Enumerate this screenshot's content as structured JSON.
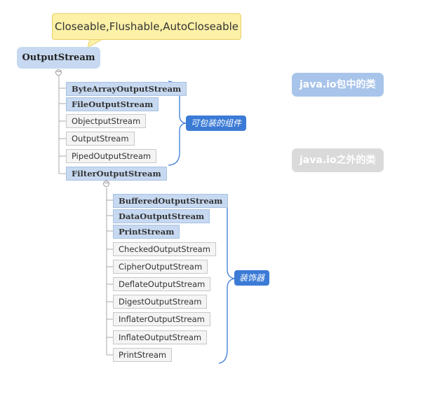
{
  "callout": "Closeable,Flushable,AutoCloseable",
  "root": "OutputStream",
  "collapse_symbol": "−",
  "level1": [
    {
      "label": "ByteArrayOutputStream",
      "kind": "in"
    },
    {
      "label": "FileOutputStream",
      "kind": "in"
    },
    {
      "label": "ObjectputStream",
      "kind": "out"
    },
    {
      "label": "OutputStream",
      "kind": "out"
    },
    {
      "label": "PipedOutputStream",
      "kind": "out"
    }
  ],
  "filter": "FilterOutputStream",
  "level2": [
    {
      "label": "BufferedOutputStream",
      "kind": "in"
    },
    {
      "label": "DataOutputStream",
      "kind": "in"
    },
    {
      "label": "PrintStream",
      "kind": "in"
    },
    {
      "label": "CheckedOutputStream",
      "kind": "out"
    },
    {
      "label": "CipherOutputStream",
      "kind": "out"
    },
    {
      "label": "DeflateOutputStream",
      "kind": "out"
    },
    {
      "label": "DigestOutputStream",
      "kind": "out"
    },
    {
      "label": "InflaterOutputStream",
      "kind": "out"
    },
    {
      "label": "InflateOutputStream",
      "kind": "out"
    },
    {
      "label": "PrintStream",
      "kind": "out"
    }
  ],
  "tags": {
    "components": "可包装的组件",
    "decorators": "装饰器"
  },
  "legend": {
    "in_package": "java.io包中的类",
    "out_package": "java.io之外的类"
  },
  "colors": {
    "in_package": "#c7d9f1",
    "out_package": "#f4f4f4",
    "tag": "#3b7bd6",
    "callout": "#fdf1a7"
  }
}
